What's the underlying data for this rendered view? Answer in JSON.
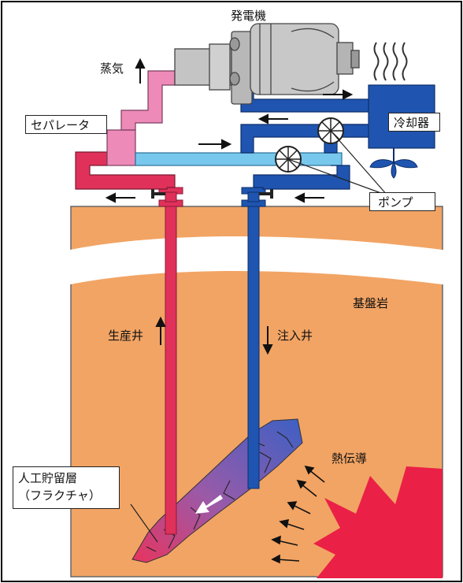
{
  "labels": {
    "generator": "発電機",
    "steam": "蒸気",
    "separator": "セパレータ",
    "cooler": "冷却器",
    "pump": "ポンプ",
    "bedrock": "基盤岩",
    "production_well": "生産井",
    "injection_well": "注入井",
    "heat_conduction": "熱伝導",
    "reservoir_line1": "人工貯留層",
    "reservoir_line2": "（フラクチャ）"
  },
  "colors": {
    "hot": "#e0315a",
    "cold": "#1f55b0",
    "steam": "#ee8ab8",
    "feed": "#78c8ee",
    "rock": "#f2a464",
    "heat": "#ea2046",
    "generator": "#c4c4c4"
  }
}
